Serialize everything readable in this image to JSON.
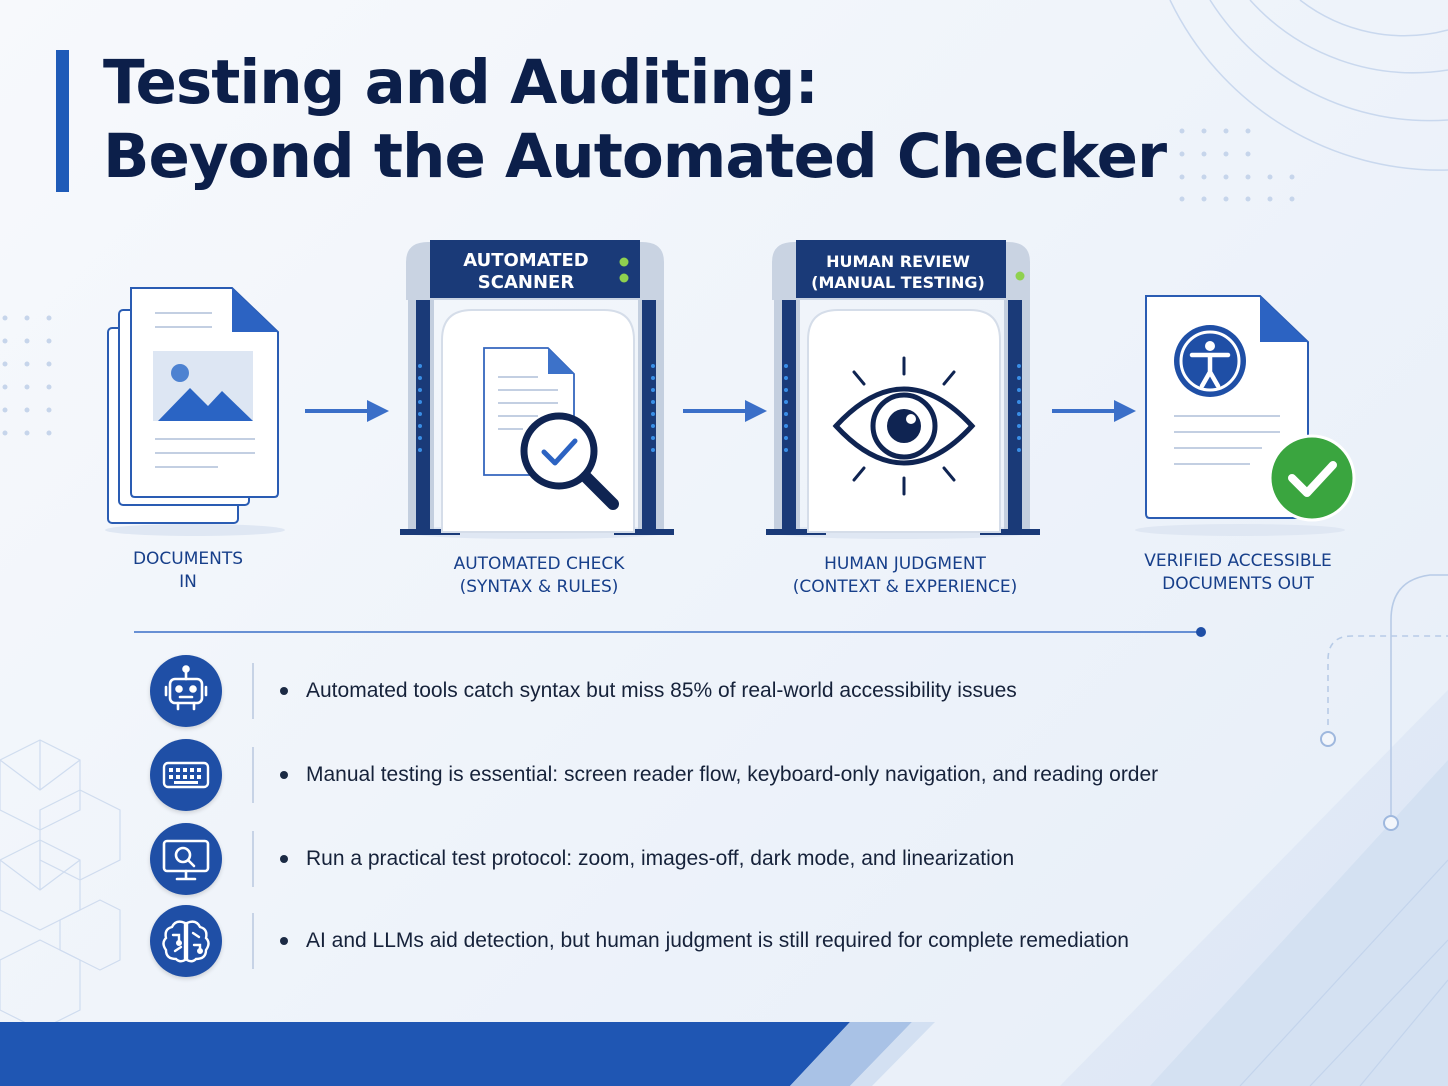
{
  "title": {
    "line1": "Testing and Auditing:",
    "line2": "Beyond the Automated Checker"
  },
  "flow": {
    "stages": [
      {
        "label_line1": "DOCUMENTS",
        "label_line2": "IN",
        "icon": "stacked-documents-icon"
      },
      {
        "gate_line1": "AUTOMATED",
        "gate_line2": "SCANNER",
        "label_line1": "AUTOMATED CHECK",
        "label_line2": "(SYNTAX & RULES)",
        "icon": "document-magnifier-check-icon"
      },
      {
        "gate_line1": "HUMAN REVIEW",
        "gate_line2": "(MANUAL TESTING)",
        "label_line1": "HUMAN JUDGMENT",
        "label_line2": "(CONTEXT & EXPERIENCE)",
        "icon": "eye-icon"
      },
      {
        "label_line1": "VERIFIED ACCESSIBLE",
        "label_line2": "DOCUMENTS OUT",
        "icon": "accessible-document-check-icon"
      }
    ]
  },
  "bullets": [
    {
      "icon": "robot-icon",
      "text": "Automated tools catch syntax but miss 85% of real-world accessibility issues"
    },
    {
      "icon": "keyboard-icon",
      "text": "Manual testing is essential: screen reader flow, keyboard-only navigation, and reading order"
    },
    {
      "icon": "monitor-search-icon",
      "text": "Run a practical test protocol: zoom, images-off, dark mode, and linearization"
    },
    {
      "icon": "brain-icon",
      "text": "AI and LLMs aid detection, but human judgment is still required for complete remediation"
    }
  ],
  "colors": {
    "primary": "#1f4fa6",
    "navy": "#0c1f4a",
    "gate_dark": "#1a3a78",
    "success_green": "#3aa53f",
    "indicator_light": "#8fd14f",
    "background": "#f3f6fb"
  }
}
